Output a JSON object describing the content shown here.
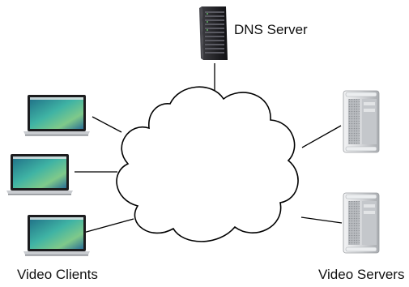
{
  "labels": {
    "dns_server": "DNS Server",
    "video_clients": "Video Clients",
    "video_servers": "Video Servers"
  },
  "nodes": {
    "dns_server": {
      "icon": "rack-server-icon"
    },
    "clients": [
      {
        "icon": "laptop-icon"
      },
      {
        "icon": "laptop-icon"
      },
      {
        "icon": "laptop-icon"
      }
    ],
    "servers": [
      {
        "icon": "tower-server-icon"
      },
      {
        "icon": "tower-server-icon"
      }
    ],
    "network": {
      "icon": "cloud-icon"
    }
  },
  "colors": {
    "line": "#000000",
    "cloud_fill": "#ffffff",
    "rack_body": "#2a2a2e",
    "screen_teal": "#2c9aa0",
    "laptop_silver": "#c9ccd0",
    "tower_silver": "#d7d9dc"
  }
}
